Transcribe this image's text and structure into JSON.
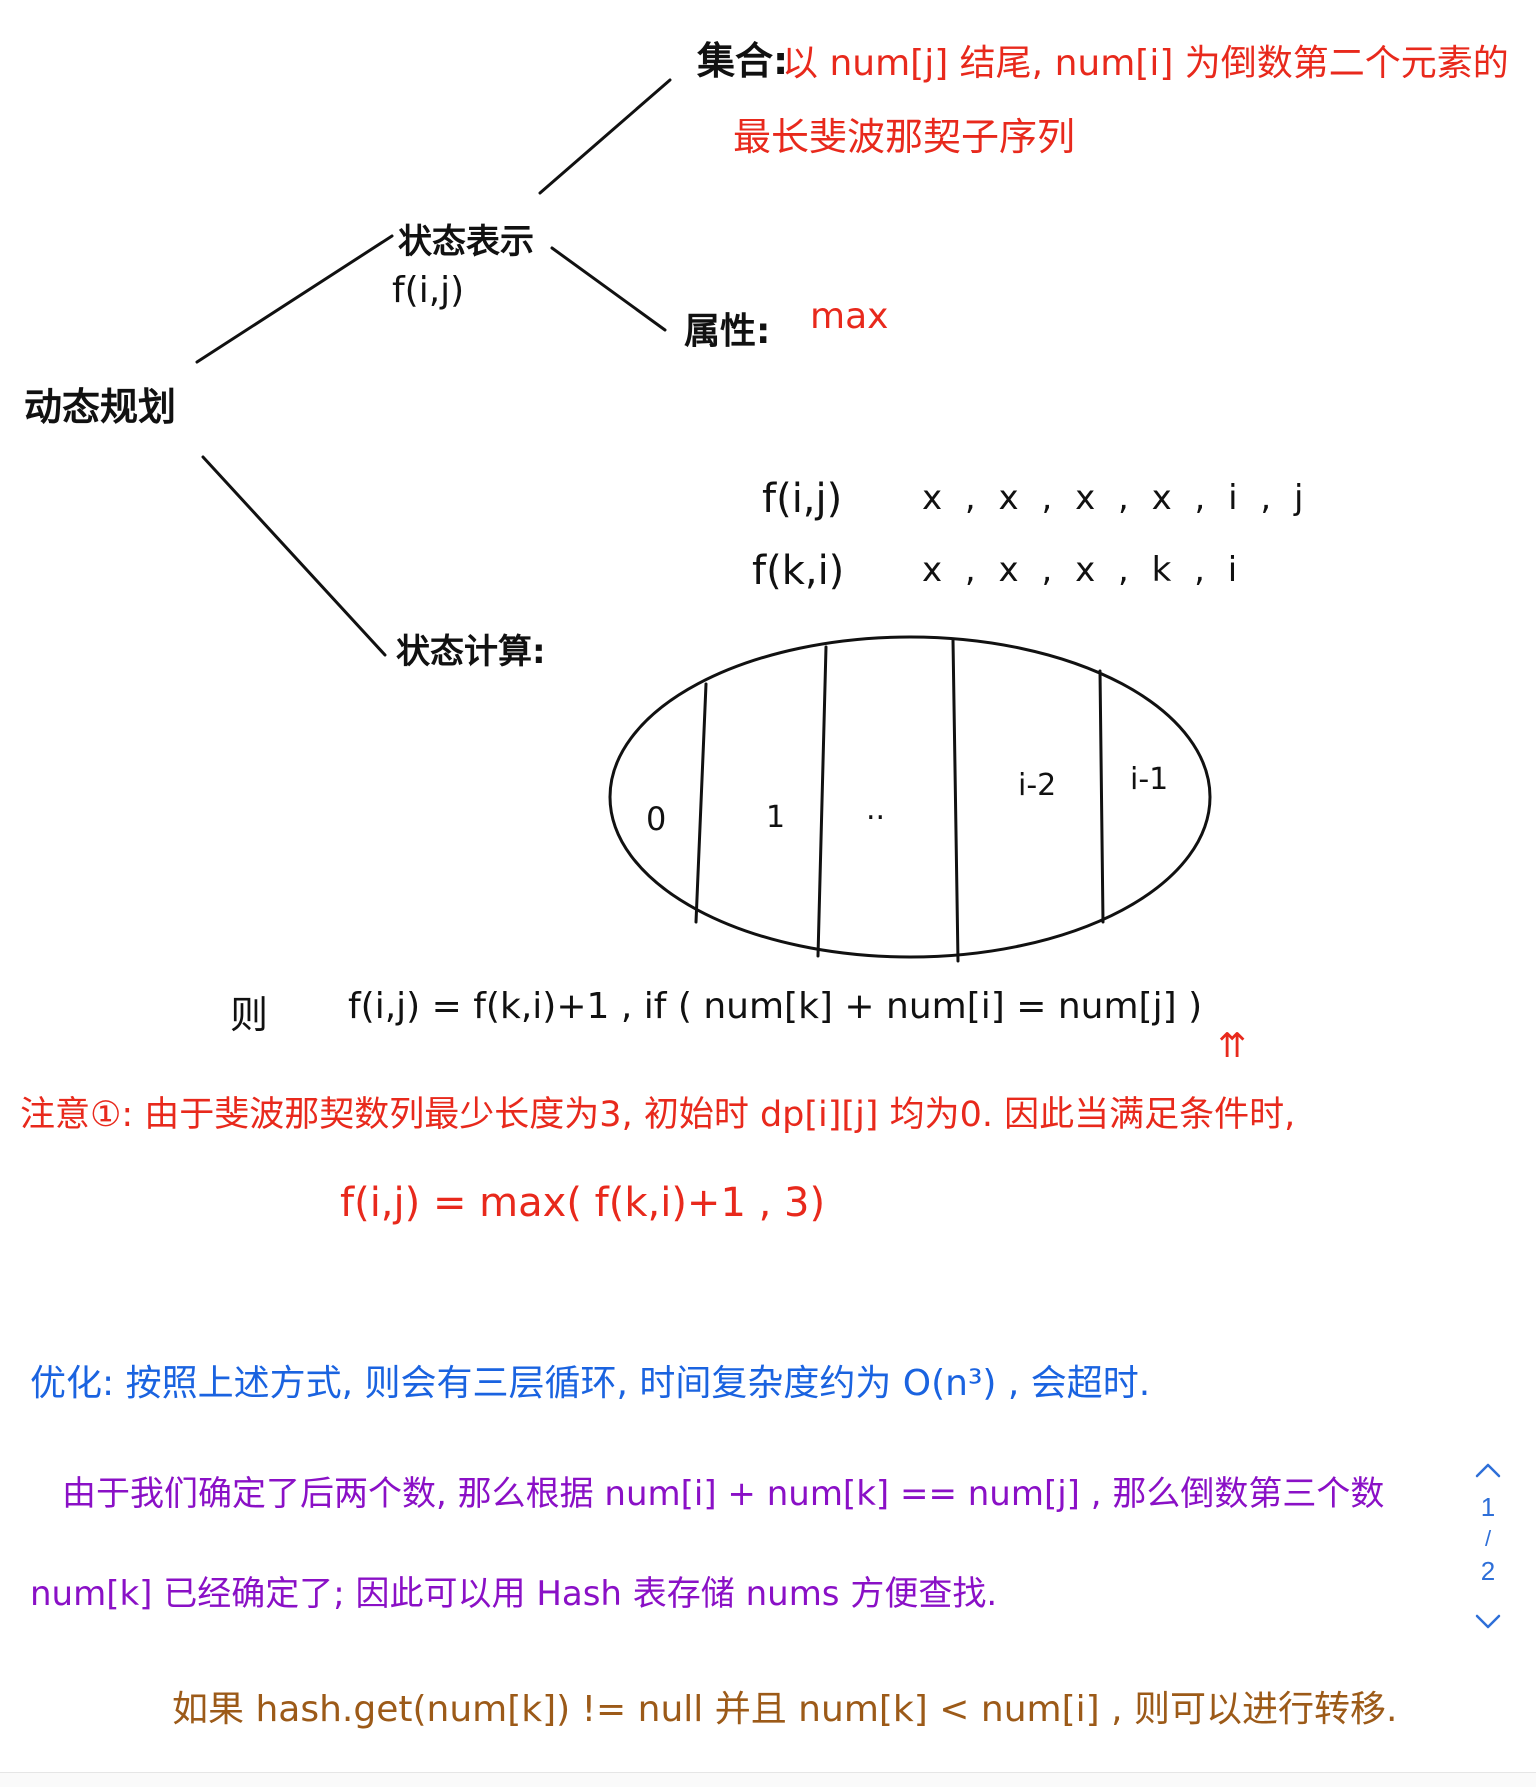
{
  "notes": {
    "root": "动态规划",
    "state_rep_label": "状态表示",
    "state_rep_fn": "f(i,j)",
    "set_label": "集合:",
    "set_desc_1": "以 num[j] 结尾, num[i] 为倒数第二个元素的",
    "set_desc_2": "最长斐波那契子序列",
    "attr_label": "属性:",
    "attr_value": "max",
    "state_calc_label": "状态计算:",
    "seq_row1_fn": "f(i,j)",
    "seq_row1_items": "x , x , x , x , i , j",
    "seq_row2_fn": "f(k,i)",
    "seq_row2_items": "x , x , x , k , i",
    "partitions": [
      "0",
      "1",
      "..",
      "i-2",
      "i-1"
    ],
    "then_label": "则",
    "transition": "f(i,j) = f(k,i)+1 , if ( num[k] + num[i] = num[j] )",
    "caret_mark": "⇈",
    "note1": "注意①: 由于斐波那契数列最少长度为3, 初始时 dp[i][j] 均为0. 因此当满足条件时,",
    "note1_formula": "f(i,j) = max( f(k,i)+1 , 3)",
    "optimize": "优化: 按照上述方式, 则会有三层循环, 时间复杂度约为 O(n³) , 会超时.",
    "purple_1": "由于我们确定了后两个数, 那么根据 num[i] + num[k] == num[j] , 那么倒数第三个数",
    "purple_2": "num[k] 已经确定了; 因此可以用 Hash 表存储 nums 方便查找.",
    "brown_1": "如果 hash.get(num[k]) != null 并且 num[k] < num[i] , 则可以进行转移."
  },
  "pager": {
    "up_icon": "chevron-up-icon",
    "current": "1",
    "separator": "/",
    "total": "2",
    "down_icon": "chevron-down-icon"
  },
  "colors": {
    "red": "#e8291c",
    "blue": "#1a63e0",
    "purple": "#8a10c6",
    "brown": "#9c5a18",
    "nav": "#2e6fd8"
  }
}
